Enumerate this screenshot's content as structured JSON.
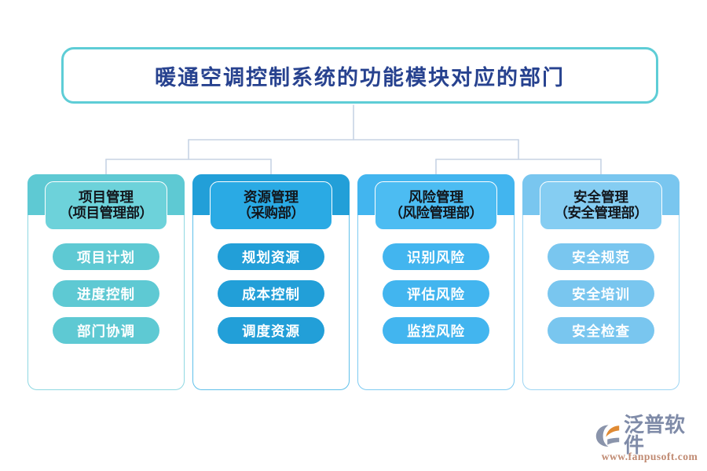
{
  "diagram": {
    "title": "暖通空调控制系统的功能模块对应的部门",
    "title_border_color": "#5ecdd6",
    "title_text_color": "#27428f",
    "connector_color": "#c7d4e4",
    "columns": [
      {
        "name": "项目管理",
        "department": "（项目管理部）",
        "color": "#5ec9d3",
        "head_plate_color": "#6dd2da",
        "border_color": "#8fd8e2",
        "items": [
          "项目计划",
          "进度控制",
          "部门协调"
        ]
      },
      {
        "name": "资源管理",
        "department": "（采购部）",
        "color": "#229fd8",
        "head_plate_color": "#2aaae4",
        "border_color": "#5fc0ea",
        "items": [
          "规划资源",
          "成本控制",
          "调度资源"
        ]
      },
      {
        "name": "风险管理",
        "department": "（风险管理部）",
        "color": "#42b5ef",
        "head_plate_color": "#4cbcf2",
        "border_color": "#7ecbf2",
        "items": [
          "识别风险",
          "评估风险",
          "监控风险"
        ]
      },
      {
        "name": "安全管理",
        "department": "（安全管理部）",
        "color": "#79c6ef",
        "head_plate_color": "#85cdf2",
        "border_color": "#9ed5f3",
        "items": [
          "安全规范",
          "安全培训",
          "安全检查"
        ]
      }
    ]
  },
  "watermark": {
    "brand": "泛普软件",
    "url": "www.fanpusoft.com",
    "brand_color": "#7f8ba8",
    "url_color": "#c08a72",
    "mark_color": "#8a94ab",
    "mark_accent_color": "#e08a33"
  }
}
